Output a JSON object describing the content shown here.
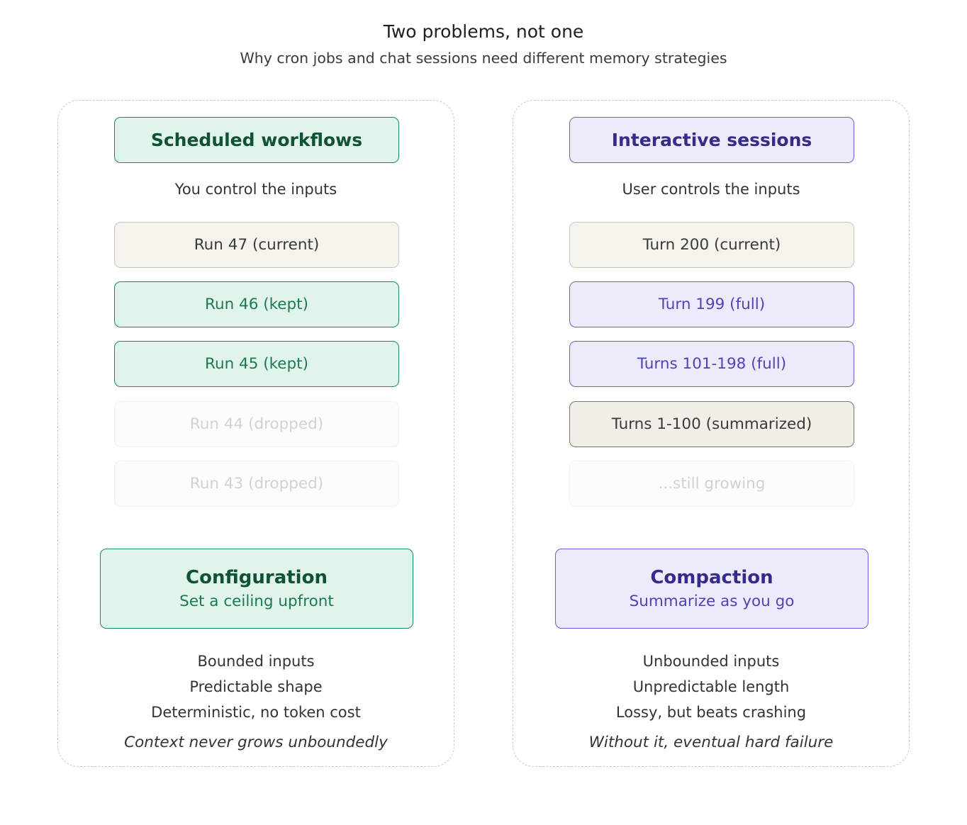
{
  "header": {
    "title": "Two problems, not one",
    "subtitle": "Why cron jobs and chat sessions need different memory strategies"
  },
  "left": {
    "heading": "Scheduled workflows",
    "caption": "You control the inputs",
    "items": [
      "Run 47 (current)",
      "Run 46 (kept)",
      "Run 45 (kept)",
      "Run 44 (dropped)",
      "Run 43 (dropped)"
    ],
    "strategy": {
      "title": "Configuration",
      "subtitle": "Set a ceiling upfront"
    },
    "notes": [
      "Bounded inputs",
      "Predictable shape",
      "Deterministic, no token cost"
    ],
    "conclusion": "Context never grows unboundedly"
  },
  "right": {
    "heading": "Interactive sessions",
    "caption": "User controls the inputs",
    "items": [
      "Turn 200 (current)",
      "Turn 199 (full)",
      "Turns 101-198 (full)",
      "Turns 1-100 (summarized)",
      "...still growing"
    ],
    "strategy": {
      "title": "Compaction",
      "subtitle": "Summarize as you go"
    },
    "notes": [
      "Unbounded inputs",
      "Unpredictable length",
      "Lossy, but beats crashing"
    ],
    "conclusion": "Without it, eventual hard failure"
  },
  "colors": {
    "green_fill": "#e1f4ec",
    "green_border": "#1f8a5a",
    "purple_fill": "#ecebfb",
    "purple_border": "#6a5fd0",
    "neutral_fill": "#f4f3ec"
  }
}
